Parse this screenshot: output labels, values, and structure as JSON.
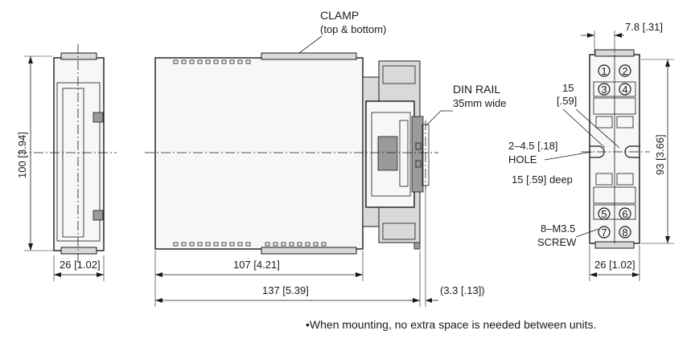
{
  "callouts": {
    "clamp": "CLAMP",
    "clamp_sub": "(top & bottom)",
    "din_rail": "DIN RAIL",
    "din_rail_sub": "35mm wide",
    "hole_dim": "15",
    "hole_dim_in": "[.59]",
    "hole_size": "2–4.5 [.18]",
    "hole_word": "HOLE",
    "hole_depth": "15 [.59] deep",
    "screw": "8–M3.5",
    "screw_word": "SCREW"
  },
  "dimensions": {
    "height_left": "100 [3.94]",
    "width_side": "26 [1.02]",
    "depth_body": "107 [4.21]",
    "depth_total": "137 [5.39]",
    "rail_offset": "(3.3 [.13])",
    "socket_width_top": "7.8 [.31]",
    "socket_height": "93 [3.66]",
    "socket_width_bottom": "26 [1.02]"
  },
  "terminals": [
    "1",
    "2",
    "3",
    "4",
    "5",
    "6",
    "7",
    "8"
  ],
  "note": "•When mounting, no extra space is needed between units."
}
